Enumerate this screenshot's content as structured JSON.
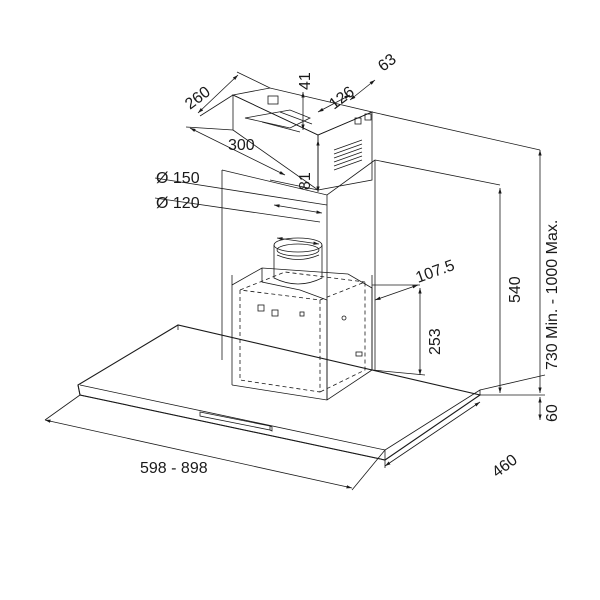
{
  "drawing": {
    "dimensions": {
      "d260": "260",
      "d41": "41",
      "d126": "126",
      "d63": "63",
      "d300": "300",
      "d81": "81",
      "d150": "Ø 150",
      "d120": "Ø 120",
      "d107": "107.5",
      "d253": "253",
      "d540": "540",
      "d730": "730 Min. - 1000 Max.",
      "d60": "60",
      "d598": "598 - 898",
      "d460": "460"
    }
  }
}
